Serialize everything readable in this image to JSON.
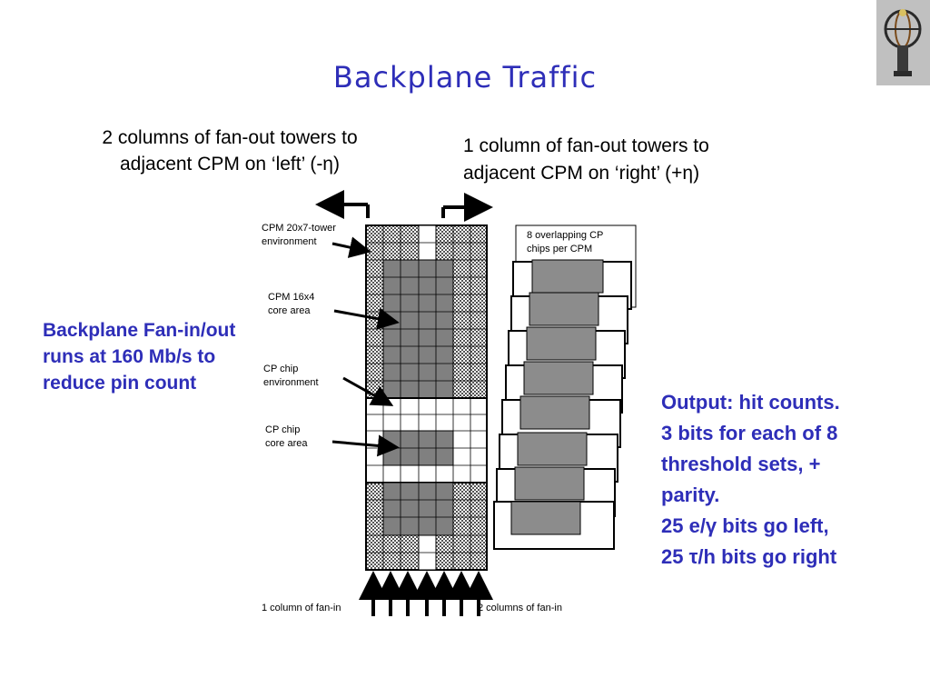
{
  "title": "Backplane Traffic",
  "captions": {
    "left": "2 columns of fan-out towers to adjacent CPM on ‘left’ (-η)",
    "right": "1 column of fan-out towers to adjacent CPM on ‘right’ (+η)"
  },
  "notes": {
    "left": "Backplane Fan-in/out runs at 160 Mb/s to reduce pin count",
    "right_lines": [
      "Output: hit counts.",
      "3 bits for each of 8",
      "threshold sets, +",
      "parity.",
      "25 e/γ bits go left,",
      "25 τ/h bits go right"
    ]
  },
  "diagram_labels": {
    "env": [
      "CPM 20x7-tower",
      "environment"
    ],
    "core": [
      "CPM 16x4",
      "core area"
    ],
    "chip_env": [
      "CP chip",
      "environment"
    ],
    "chip_core": [
      "CP chip",
      "core area"
    ],
    "chips": [
      "8 overlapping CP",
      "chips per CPM"
    ],
    "fanin_left": "1 column of fan-in",
    "fanin_right": "2 columns of fan-in"
  },
  "colors": {
    "title": "#2e2eb8",
    "note": "#2e2eb8",
    "core_fill": "#808080",
    "chip_fill": "#8c8c8c"
  }
}
